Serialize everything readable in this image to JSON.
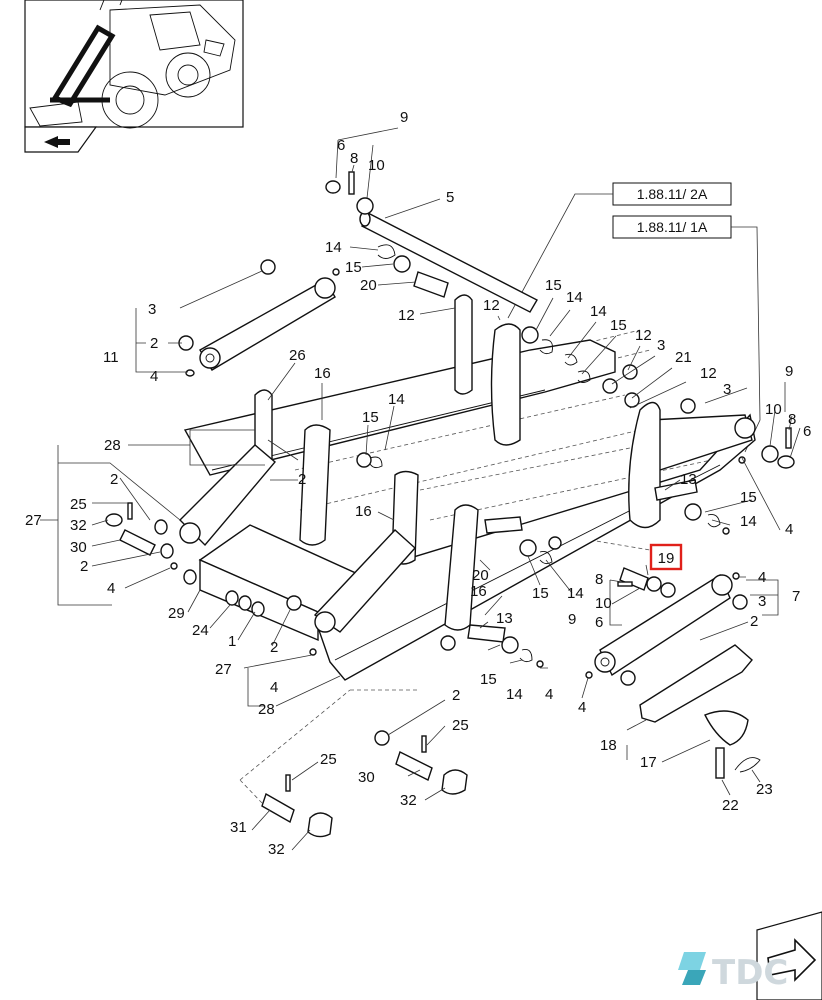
{
  "references": {
    "ref_a": "1.88.11/ 2A",
    "ref_b": "1.88.11/ 1A"
  },
  "highlight": {
    "label": "19",
    "color": "#e0201a"
  },
  "labels": {
    "l9a": "9",
    "l6a": "6",
    "l8a": "8",
    "l10a": "10",
    "l5": "5",
    "l14a": "14",
    "l15a": "15",
    "l20a": "20",
    "l3a": "3",
    "l2a": "2",
    "l11": "11",
    "l4a": "4",
    "l12a": "12",
    "l15b": "15",
    "l14b": "14",
    "l14c": "14",
    "l15c": "15",
    "l12b": "12",
    "l3b": "3",
    "l21": "21",
    "l12c": "12",
    "l3c": "3",
    "l9b": "9",
    "l10b": "10",
    "l8b": "8",
    "l6b": "6",
    "l26": "26",
    "l16a": "16",
    "l14d": "14",
    "l15d": "15",
    "l28a": "28",
    "l2b": "2",
    "l25a": "25",
    "l32a": "32",
    "l27a": "27",
    "l30a": "30",
    "l2c": "2",
    "l4b": "4",
    "l16b": "16",
    "l2d": "2",
    "l13a": "13",
    "l15e": "15",
    "l14e": "14",
    "l4c": "4",
    "l20b": "20",
    "l15f": "15",
    "l14f": "14",
    "l8c": "8",
    "l10c": "10",
    "l9c": "9",
    "l6c": "6",
    "l4d": "4",
    "l3d": "3",
    "l7": "7",
    "l2e": "2",
    "l29": "29",
    "l24": "24",
    "l1": "1",
    "l2f": "2",
    "l27b": "27",
    "l4e": "4",
    "l28b": "28",
    "l16c": "16",
    "l13b": "13",
    "l15g": "15",
    "l14g": "14",
    "l4f": "4",
    "l4g": "4",
    "l2g": "2",
    "l25b": "25",
    "l25c": "25",
    "l30b": "30",
    "l32b": "32",
    "l31": "31",
    "l32c": "32",
    "l18": "18",
    "l17": "17",
    "l22": "22",
    "l23": "23"
  },
  "watermark": "TDC",
  "colors": {
    "ink": "#111111",
    "watermark": "#cfd8dd",
    "accent": "#3aa6b9"
  }
}
